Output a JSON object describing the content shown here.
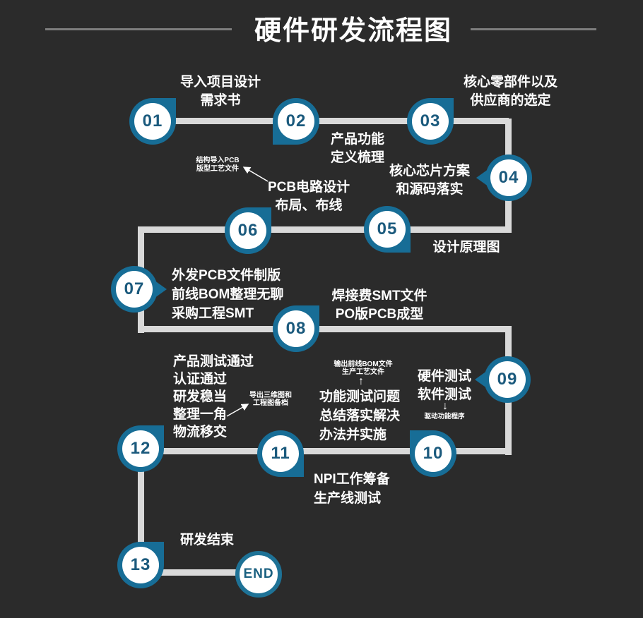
{
  "title": "硬件研发流程图",
  "colors": {
    "background": "#2b2b2b",
    "node_fill": "#176d96",
    "node_number": "#1b5a7d",
    "connector": "#d9d9d9",
    "text": "#ffffff"
  },
  "steps": [
    {
      "num": "01",
      "label_lines": [
        "导入项目设计",
        "需求书"
      ]
    },
    {
      "num": "02",
      "label_lines": [
        "产品功能",
        "定义梳理"
      ]
    },
    {
      "num": "03",
      "label_lines": [
        "核心零部件以及",
        "供应商的选定"
      ]
    },
    {
      "num": "04",
      "label_lines": [
        "核心芯片方案",
        "和源码落实"
      ]
    },
    {
      "num": "05",
      "label_lines": [
        "设计原理图"
      ]
    },
    {
      "num": "06",
      "label_lines": [
        "PCB电路设计",
        "布局、布线"
      ]
    },
    {
      "num": "07",
      "label_lines": [
        "外发PCB文件制版",
        "前线BOM整理无聊",
        "采购工程SMT"
      ]
    },
    {
      "num": "08",
      "label_lines": [
        "焊接费SMT文件",
        "PO版PCB成型"
      ]
    },
    {
      "num": "09",
      "label_lines": [
        "硬件测试",
        "软件测试"
      ]
    },
    {
      "num": "10",
      "label_lines": [
        "功能测试问题",
        "总结落实解决",
        "办法并实施"
      ]
    },
    {
      "num": "11",
      "label_lines": [
        "NPI工作筹备",
        "生产线测试"
      ]
    },
    {
      "num": "12",
      "label_lines": [
        "产品测试通过",
        "认证通过",
        "研发稳当",
        "整理一角",
        "物流移交"
      ]
    },
    {
      "num": "13",
      "label_lines": [
        "研发结束"
      ]
    },
    {
      "num": "END",
      "label_lines": []
    }
  ],
  "annotations": [
    {
      "lines": [
        "结构导入PCB",
        "版型工艺文件"
      ]
    },
    {
      "lines": [
        "输出前线BOM文件",
        "生产工艺文件"
      ]
    },
    {
      "lines": [
        "驱动功能程序"
      ]
    },
    {
      "lines": [
        "导出三维图和",
        "工程图备档"
      ]
    }
  ],
  "glyphs": {
    "arrow_up": "↑",
    "arrow_down": "↓"
  }
}
